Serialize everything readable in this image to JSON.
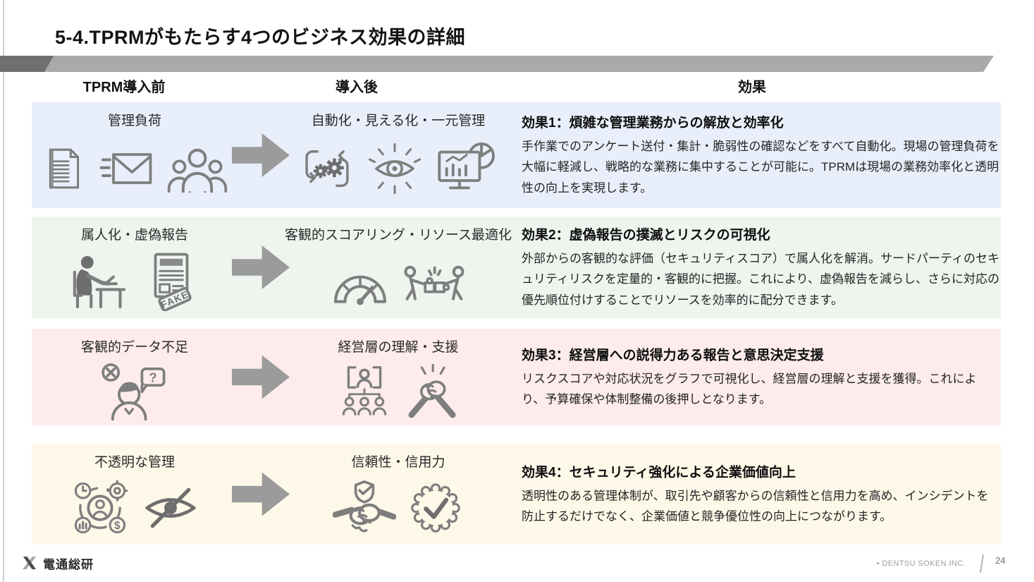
{
  "slide": {
    "title": "5-4.TPRMがもたらす4つのビジネス効果の詳細",
    "accent_bar_color": "#a9a9a9",
    "accent_bar_dark_color": "#6f6f6f",
    "arrow_color": "#9b9b9b"
  },
  "columns": {
    "before": "TPRM導入前",
    "after": "導入後",
    "effect": "効果"
  },
  "rows": [
    {
      "bg": "#e9effa",
      "before_label": "管理負荷",
      "before_icons": [
        "document-icon",
        "email-icon",
        "people-group-icon"
      ],
      "after_label": "自動化・見える化・一元管理",
      "after_icons": [
        "automation-gears-icon",
        "visibility-eye-icon",
        "dashboard-pie-icon"
      ],
      "effect_title": "効果1：煩雑な管理業務からの解放と効率化",
      "effect_body": "手作業でのアンケート送付・集計・脆弱性の確認などをすべて自動化。現場の管理負荷を大幅に軽減し、戦略的な業務に集中することが可能に。TPRMは現場の業務効率化と透明性の向上を実現します。"
    },
    {
      "bg": "#edf5ee",
      "before_label": "属人化・虚偽報告",
      "before_icons": [
        "stressed-worker-icon",
        "fake-news-icon"
      ],
      "stamp_text": "FAKE",
      "after_label": "客観的スコアリング・リソース最適化",
      "after_icons": [
        "gauge-icon",
        "collaboration-puzzle-icon"
      ],
      "effect_title": "効果2：虚偽報告の撲滅とリスクの可視化",
      "effect_body": "外部からの客観的な評価（セキュリティスコア）で属人化を解消。サードパーティのセキュリティリスクを定量的・客観的に把握。これにより、虚偽報告を減らし、さらに対応の優先順位付けすることでリソースを効率的に配分できます。"
    },
    {
      "bg": "#fdeceb",
      "before_label": "客観的データ不足",
      "before_icons": [
        "confused-person-icon"
      ],
      "question_mark": "?",
      "after_label": "経営層の理解・支援",
      "after_icons": [
        "org-presentation-icon",
        "clasped-hands-icon"
      ],
      "effect_title": "効果3：経営層への説得力ある報告と意思決定支援",
      "effect_body": "リスクスコアや対応状況をグラフで可視化し、経営層の理解と支援を獲得。これにより、予算確保や体制整備の後押しとなります。"
    },
    {
      "bg": "#fdf8e8",
      "before_label": "不透明な管理",
      "before_icons": [
        "management-process-icon",
        "hidden-eye-icon"
      ],
      "dollar_sign": "$",
      "after_label": "信頼性・信用力",
      "after_icons": [
        "trusted-handshake-icon",
        "certified-badge-icon"
      ],
      "effect_title": "効果4：セキュリティ強化による企業価値向上",
      "effect_body": "透明性のある管理体制が、取引先や顧客からの信頼性と信用力を高め、インシデントを防止するだけでなく、企業価値と競争優位性の向上につながります。"
    }
  ],
  "footer": {
    "logo_text": "電通総研",
    "company": "• DENTSU SOKEN INC.",
    "page": "24"
  }
}
